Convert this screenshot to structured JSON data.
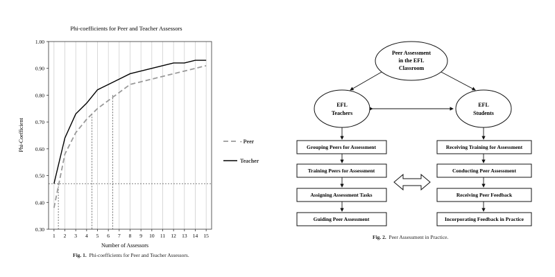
{
  "figure1": {
    "caption_label": "Fig. 1.",
    "caption_text": "Phi-coefficients for Peer and Teacher Assessors."
  },
  "figure2": {
    "caption_label": "Fig. 2.",
    "caption_text": "Peer Assessment in Practice.",
    "top_node": [
      "Peer Assessment",
      "in the EFL",
      "Classroom"
    ],
    "left_node": [
      "EFL",
      "Teachers"
    ],
    "right_node": [
      "EFL",
      "Students"
    ],
    "left_steps": [
      "Grouping Peers for Assessment",
      "Training Peers for Assessment",
      "Assigning Assessment Tasks",
      "Guiding Peer Assessment"
    ],
    "right_steps": [
      "Receiving Training for Assessment",
      "Conducting Peer Assessment",
      "Receiving Peer Feedback",
      "Incorporating Feedback in Practice"
    ]
  },
  "chart_data": {
    "type": "line",
    "title": "Phi-coefficients for Peer and Teacher Assessors",
    "xlabel": "Number of Assessors",
    "ylabel": "Phi-Coefficient",
    "x": [
      1,
      2,
      3,
      4,
      5,
      6,
      7,
      8,
      9,
      10,
      11,
      12,
      13,
      14,
      15
    ],
    "xlim": [
      0.5,
      15.5
    ],
    "ylim": [
      0.3,
      1.0
    ],
    "yticks": [
      "0.30",
      "0.40",
      "0.50",
      "0.60",
      "0.70",
      "0.80",
      "0.90",
      "1.00"
    ],
    "grid": "vertical",
    "legend": "right",
    "series": [
      {
        "name": "Peer",
        "legend_label": "- Peer",
        "style": "dashed",
        "color": "#999999",
        "values": [
          0.38,
          0.58,
          0.66,
          0.71,
          0.75,
          0.78,
          0.81,
          0.84,
          0.85,
          0.86,
          0.87,
          0.88,
          0.89,
          0.9,
          0.91
        ]
      },
      {
        "name": "Teacher",
        "legend_label": "Teacher",
        "style": "solid",
        "color": "#000000",
        "values": [
          0.47,
          0.64,
          0.73,
          0.77,
          0.82,
          0.84,
          0.86,
          0.88,
          0.89,
          0.9,
          0.91,
          0.92,
          0.92,
          0.93,
          0.93
        ]
      }
    ],
    "reference_lines": {
      "y": 0.47,
      "x": [
        1.4,
        4.5,
        6.4
      ]
    }
  }
}
